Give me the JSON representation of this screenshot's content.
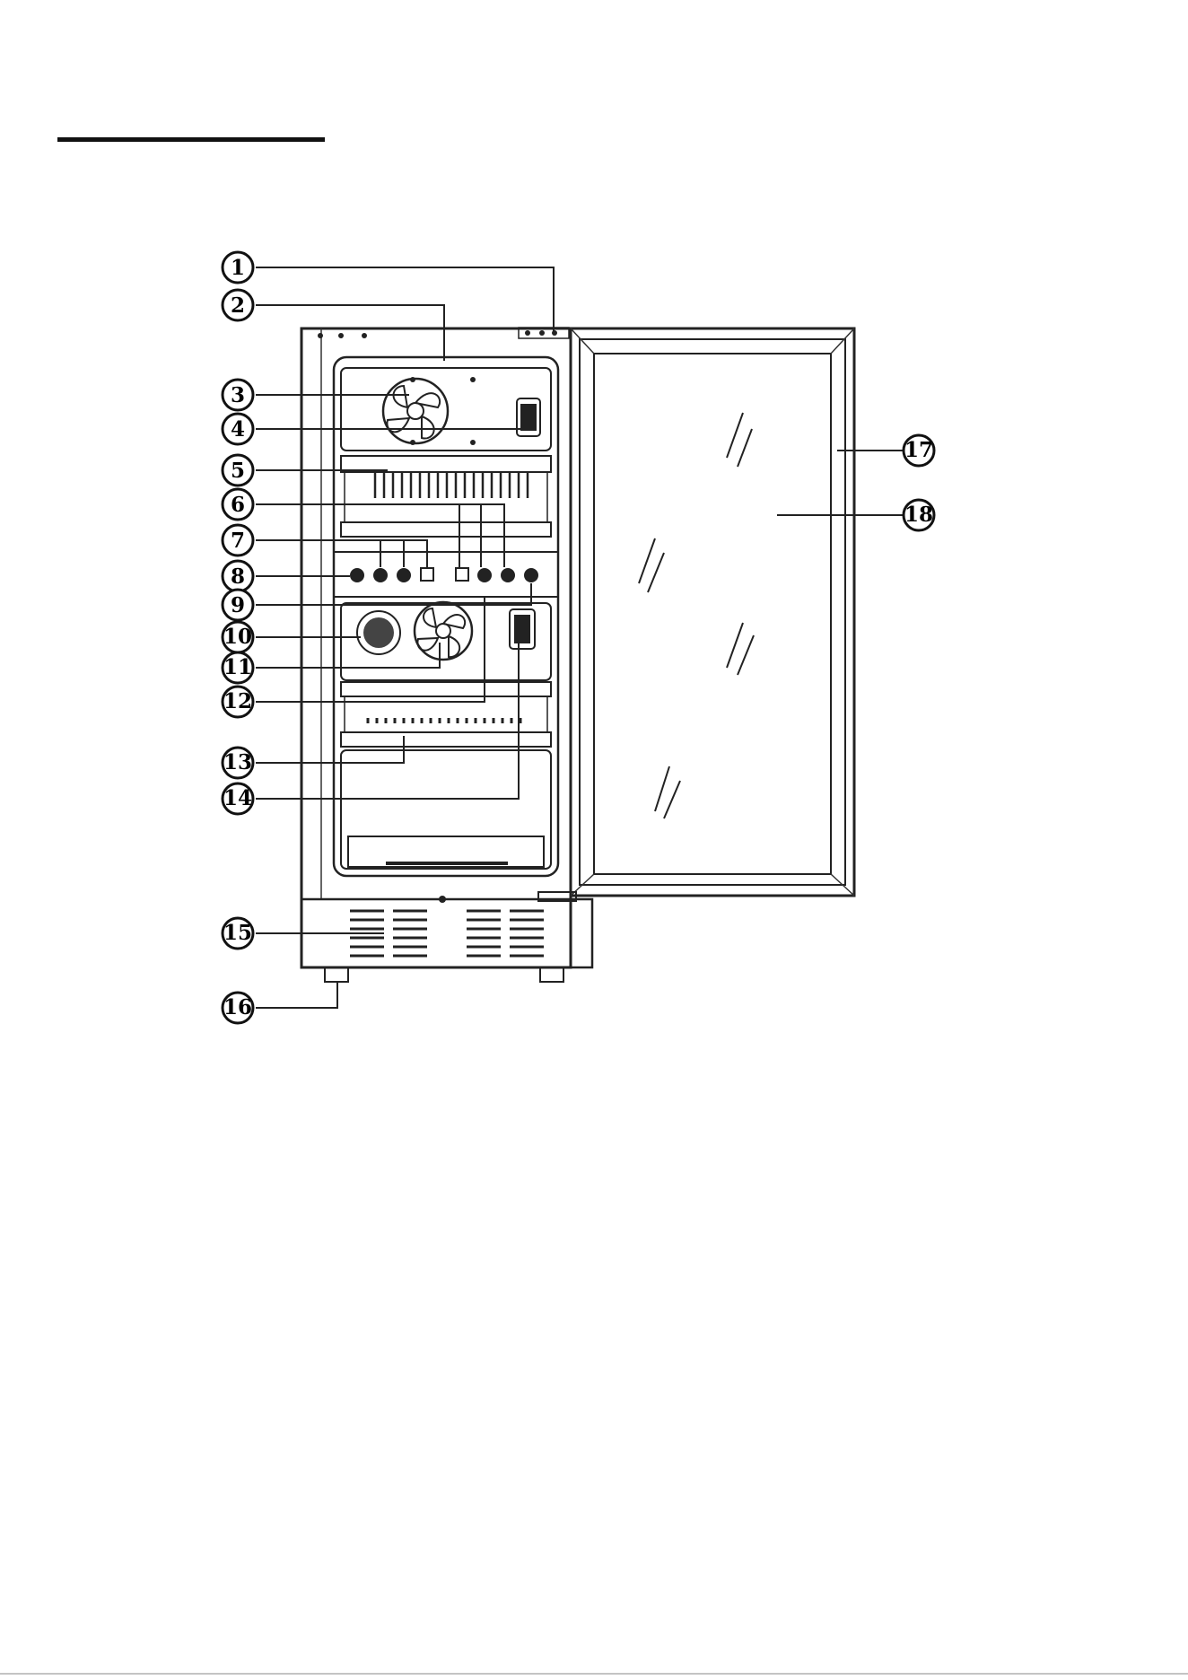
{
  "page": {
    "header_rule": true
  },
  "diagram": {
    "subject": "beverage-cooler-front-view-door-open",
    "callouts": [
      {
        "id": "c1",
        "number": "1"
      },
      {
        "id": "c2",
        "number": "2"
      },
      {
        "id": "c3",
        "number": "3"
      },
      {
        "id": "c4",
        "number": "4"
      },
      {
        "id": "c5",
        "number": "5"
      },
      {
        "id": "c6",
        "number": "6"
      },
      {
        "id": "c7",
        "number": "7"
      },
      {
        "id": "c8",
        "number": "8"
      },
      {
        "id": "c9",
        "number": "9"
      },
      {
        "id": "c10",
        "number": "10"
      },
      {
        "id": "c11",
        "number": "11"
      },
      {
        "id": "c12",
        "number": "12"
      },
      {
        "id": "c13",
        "number": "13"
      },
      {
        "id": "c14",
        "number": "14"
      },
      {
        "id": "c15",
        "number": "15"
      },
      {
        "id": "c16",
        "number": "16"
      },
      {
        "id": "c17",
        "number": "17"
      },
      {
        "id": "c18",
        "number": "18"
      }
    ]
  },
  "colors": {
    "ink": "#222222",
    "background": "#ffffff"
  }
}
